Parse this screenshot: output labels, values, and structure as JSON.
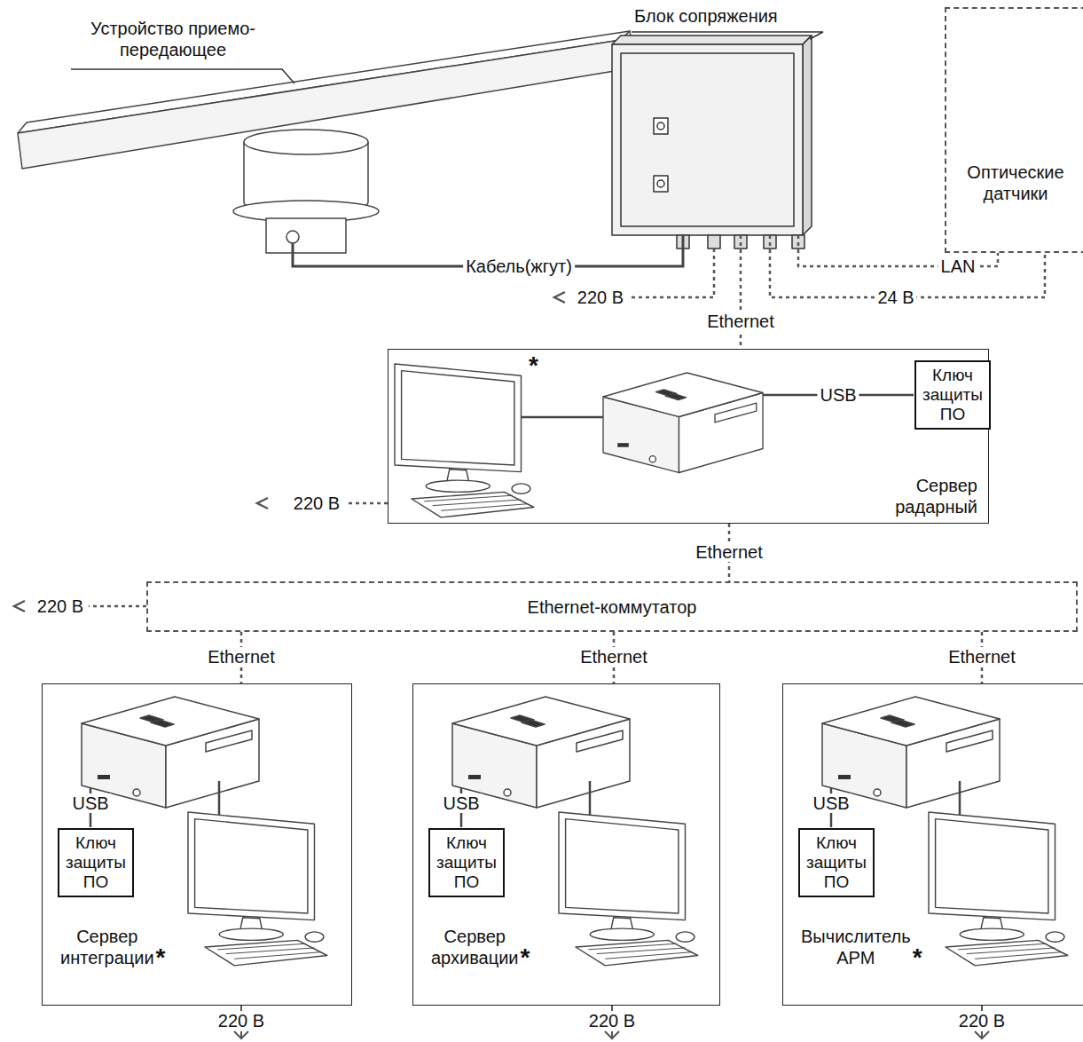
{
  "diagram": {
    "nodes": [
      {
        "text": [
          "Устройство приемо-передающее"
        ]
      },
      {
        "text": [
          "Блок сопряжения"
        ]
      },
      {
        "text": [
          "Оптические датчики"
        ]
      },
      {
        "text": [
          "Сервер радарный"
        ]
      },
      {
        "text": [
          "Ключ защиты ПО"
        ],
        "in": 3
      },
      {
        "text": [
          "Ethernet-коммутатор"
        ]
      },
      {
        "text": [
          "Сервер интеграции"
        ]
      },
      {
        "text": [
          "Ключ защиты ПО"
        ],
        "in": 6
      },
      {
        "text": [
          "Сервер архивации"
        ]
      },
      {
        "text": [
          "Ключ защиты ПО"
        ],
        "in": 8
      },
      {
        "text": [
          "Вычислитель АРМ"
        ]
      },
      {
        "text": [
          "Ключ защиты ПО"
        ],
        "in": 10
      }
    ],
    "edges": [
      {
        "from": 0,
        "to": 1,
        "arrow": "none",
        "label": "Кабель(жгут)"
      },
      {
        "from": 1,
        "to": 2,
        "arrow": "none",
        "label": "LAN"
      },
      {
        "from": 1,
        "to": 2,
        "arrow": "none",
        "label": "24 В"
      },
      {
        "from": 1,
        "to": 3,
        "arrow": "none",
        "label": "Ethernet"
      },
      {
        "from": 3,
        "to": 5,
        "arrow": "none",
        "label": "Ethernet"
      },
      {
        "from": 5,
        "to": 6,
        "arrow": "none",
        "label": "Ethernet"
      },
      {
        "from": 5,
        "to": 8,
        "arrow": "none",
        "label": "Ethernet"
      },
      {
        "from": 5,
        "to": 10,
        "arrow": "none",
        "label": "Ethernet"
      }
    ],
    "labels": [
      "220 В",
      "*",
      "USB",
      "220 В",
      "220 В",
      "USB",
      "*",
      "220 В",
      "USB",
      "*",
      "220 В",
      "USB",
      "*",
      "220 В"
    ]
  }
}
